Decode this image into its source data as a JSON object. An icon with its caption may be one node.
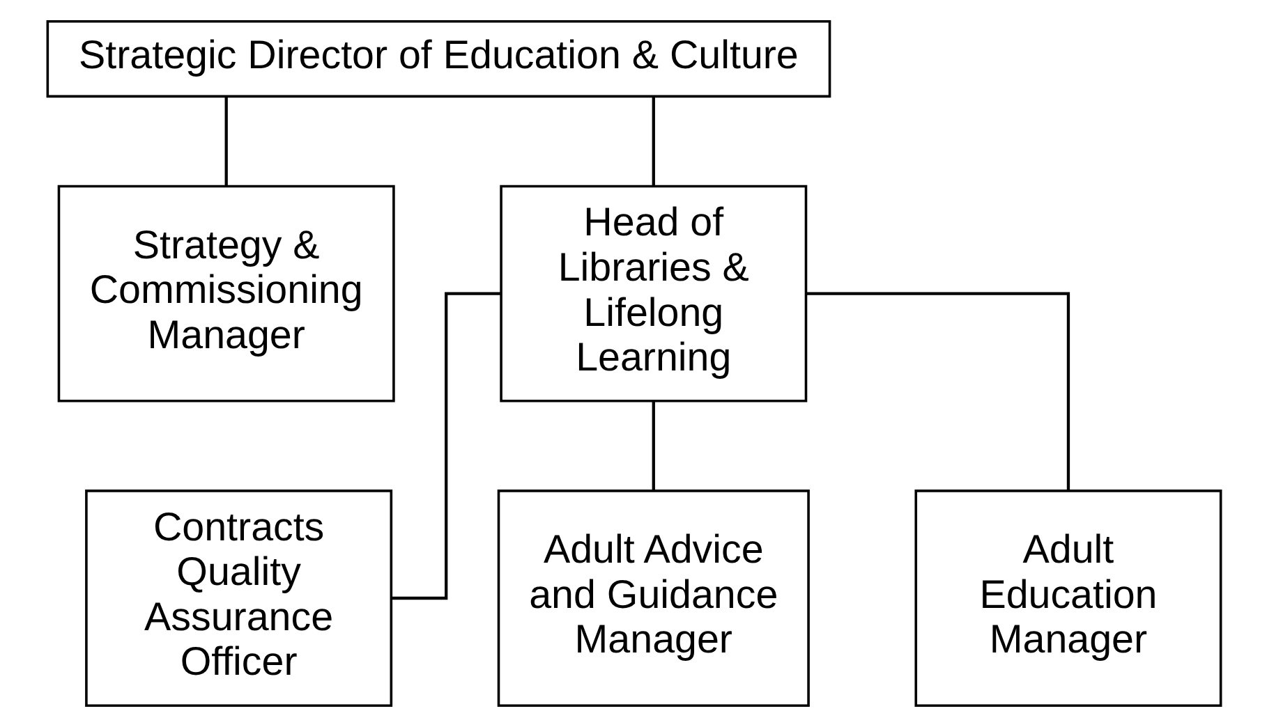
{
  "diagram": {
    "nodes": [
      {
        "text": [
          "Strategic Director of Education & Culture"
        ]
      },
      {
        "text": [
          "Strategy & Commissioning Manager"
        ]
      },
      {
        "text": [
          "Head of Libraries & Lifelong Learning"
        ]
      },
      {
        "text": [
          "Contracts Quality Assurance Officer"
        ]
      },
      {
        "text": [
          "Adult Advice and Guidance Manager"
        ]
      },
      {
        "text": [
          "Adult Education Manager"
        ]
      }
    ],
    "edges": [
      {
        "from": 0,
        "to": 1,
        "arrow": "none"
      },
      {
        "from": 0,
        "to": 2,
        "arrow": "none"
      },
      {
        "from": 2,
        "to": 3,
        "arrow": "none"
      },
      {
        "from": 2,
        "to": 4,
        "arrow": "none"
      },
      {
        "from": 2,
        "to": 5,
        "arrow": "none"
      }
    ]
  }
}
